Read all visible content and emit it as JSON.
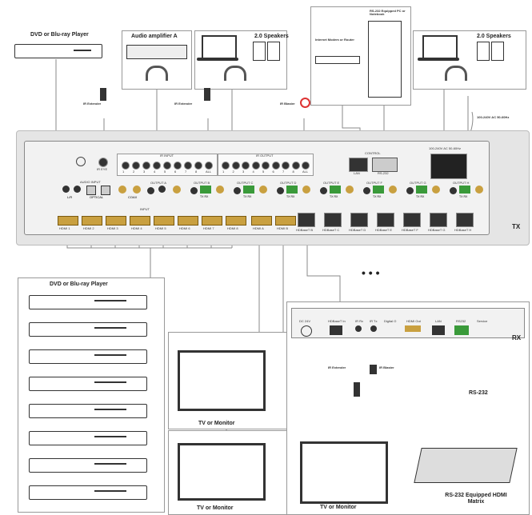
{
  "labels": {
    "dvd_top": "DVD or Blu-ray Player",
    "audio_amp": "Audio amplifier A",
    "speakers_a": "2.0 Speakers",
    "speakers_b": "2.0 Speakers",
    "modem": "Internet Modem or Router",
    "rs232_pc": "RS-232 Equipped PC or Notebook",
    "ir_extender_a": "IR Extender",
    "ir_extender_b": "IR Extender",
    "ir_blaster": "IR Blaster",
    "power": "100-240V AC 50-60Hz",
    "tx": "TX",
    "rx": "RX",
    "dvd_stack": "DVD or Blu-ray Player",
    "tv1": "TV or Monitor",
    "tv2": "TV or Monitor",
    "tv3": "TV or Monitor",
    "rx_ir_extender": "IR Extender",
    "rx_ir_blaster": "IR Blaster",
    "rs232": "RS-232",
    "hdmi_matrix": "RS-232 Equipped HDMI Matrix"
  },
  "tx_panel": {
    "ir_eye": "IR EYE",
    "ir_input": "IR INPUT",
    "ir_output": "IR OUTPUT",
    "ir_numbers": [
      "1",
      "2",
      "3",
      "4",
      "5",
      "6",
      "7",
      "8",
      "ALL"
    ],
    "audio_input": "AUDIO INPUT",
    "optical": "OPTICAL",
    "lr": "L/R",
    "coax": "COAX",
    "outputs": [
      "OUTPUT A",
      "OUTPUT B",
      "OUTPUT C",
      "OUTPUT D",
      "OUTPUT E",
      "OUTPUT F",
      "OUTPUT G",
      "OUTPUT H"
    ],
    "txrx": "TX RX",
    "ac_label": "100-240V AC 50-60Hz",
    "lan": "LAN",
    "control": "CONTROL",
    "rs232": "RS-232",
    "input": "INPUT",
    "hdmi_inputs": [
      "HDMI 1",
      "HDMI 2",
      "HDMI 3",
      "HDMI 4",
      "HDMI 5",
      "HDMI 6",
      "HDMI 7",
      "HDMI 8"
    ],
    "hdmi_outputs": [
      "HDMI A",
      "HDMI B"
    ],
    "hdbaset_ports": [
      "HDBaseT B",
      "HDBaseT C",
      "HDBaseT D",
      "HDBaseT E",
      "HDBaseT F",
      "HDBaseT G",
      "HDBaseT H"
    ]
  },
  "rx_panel": {
    "dc": "DC 24V",
    "hdbaset_in": "HDBaseT In",
    "ir_rx": "IR Rx",
    "ir_tx": "IR Tx",
    "digital_out": "Digital O",
    "hdmi_out": "HDMI Out",
    "lan": "LAN",
    "rs232": "RS232",
    "service": "Service"
  },
  "ellipsis": "• • •"
}
